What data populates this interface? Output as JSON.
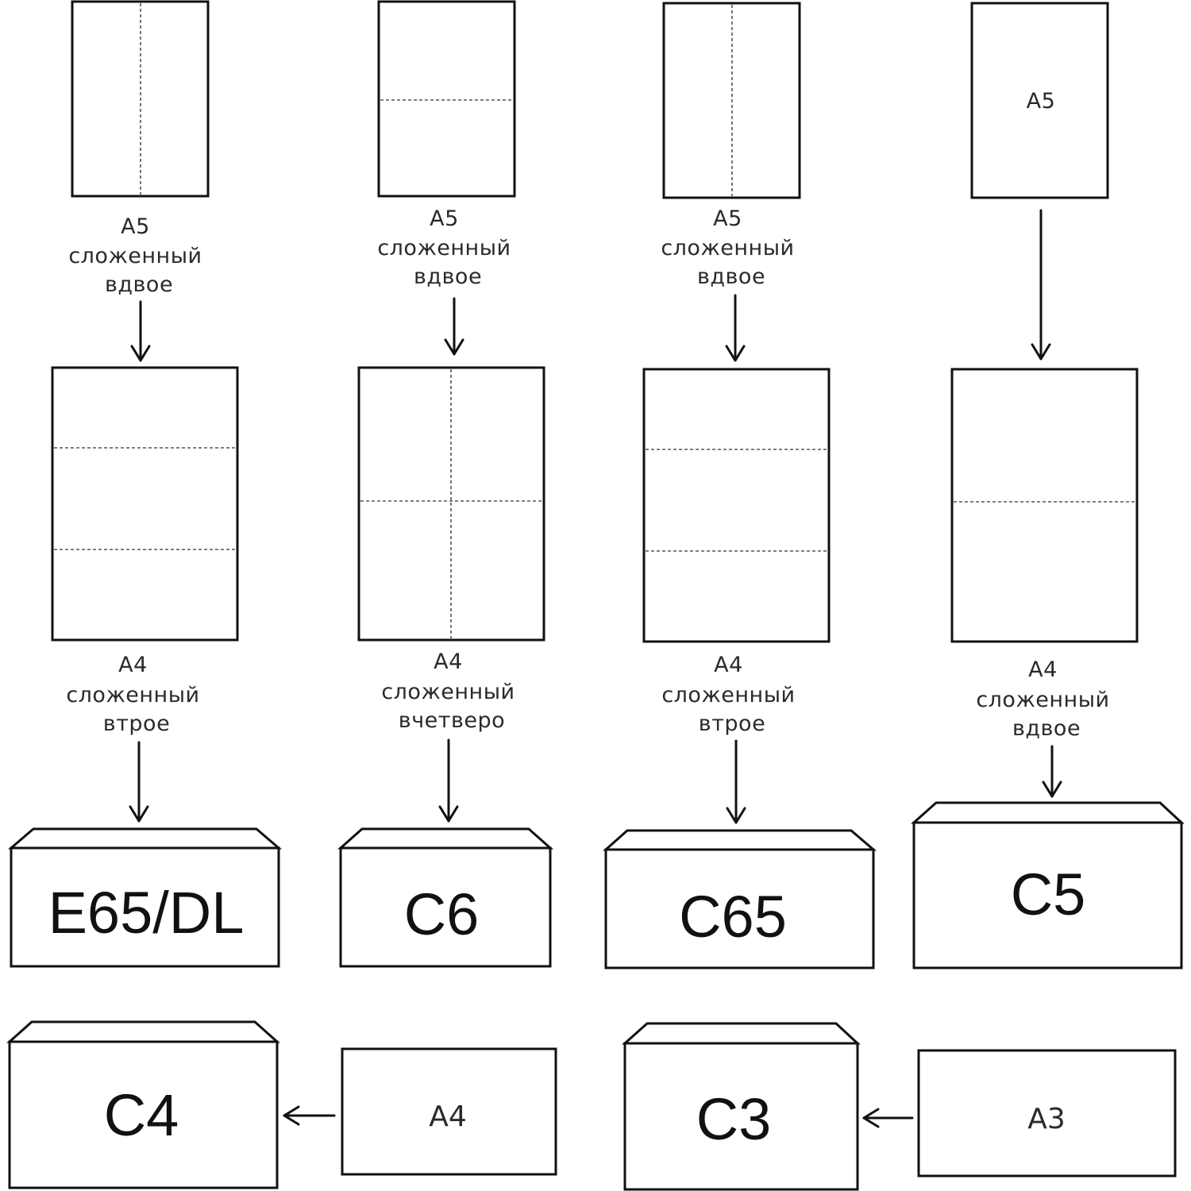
{
  "columns": [
    {
      "top_sheet": {
        "fold": "vertical"
      },
      "top_label": [
        "А5",
        "сложенный",
        "вдвое"
      ],
      "mid_sheet": {
        "fold": "horizontal-thirds"
      },
      "mid_label": [
        "А4",
        "сложенный",
        "втрое"
      ],
      "envelope": {
        "name": "E65/DL",
        "fill": "#ffffff"
      }
    },
    {
      "top_sheet": {
        "fold": "horizontal"
      },
      "top_label": [
        "А5",
        "сложенный",
        "вдвое"
      ],
      "mid_sheet": {
        "fold": "quarters"
      },
      "mid_label": [
        "А4",
        "сложенный",
        "вчетверо"
      ],
      "envelope": {
        "name": "C6",
        "fill": "#ffffff"
      }
    },
    {
      "top_sheet": {
        "fold": "vertical"
      },
      "top_label": [
        "А5",
        "сложенный",
        "вдвое"
      ],
      "mid_sheet": {
        "fold": "horizontal-thirds"
      },
      "mid_label": [
        "А4",
        "сложенный",
        "втрое"
      ],
      "envelope": {
        "name": "C65",
        "fill": "#f6a6a0"
      }
    },
    {
      "top_sheet": {
        "fold": "none",
        "text": "A5"
      },
      "mid_sheet": {
        "fold": "horizontal"
      },
      "mid_label": [
        "А4",
        "сложенный",
        "вдвое"
      ],
      "envelope": {
        "name": "C5",
        "fill": "#ffffff"
      }
    }
  ],
  "bottom_row": [
    {
      "envelope": "C4",
      "paper": "A4"
    },
    {
      "envelope": "C3",
      "paper": "A3"
    }
  ],
  "colors": {
    "line": "#111111",
    "highlight": "#f6a6a0"
  }
}
